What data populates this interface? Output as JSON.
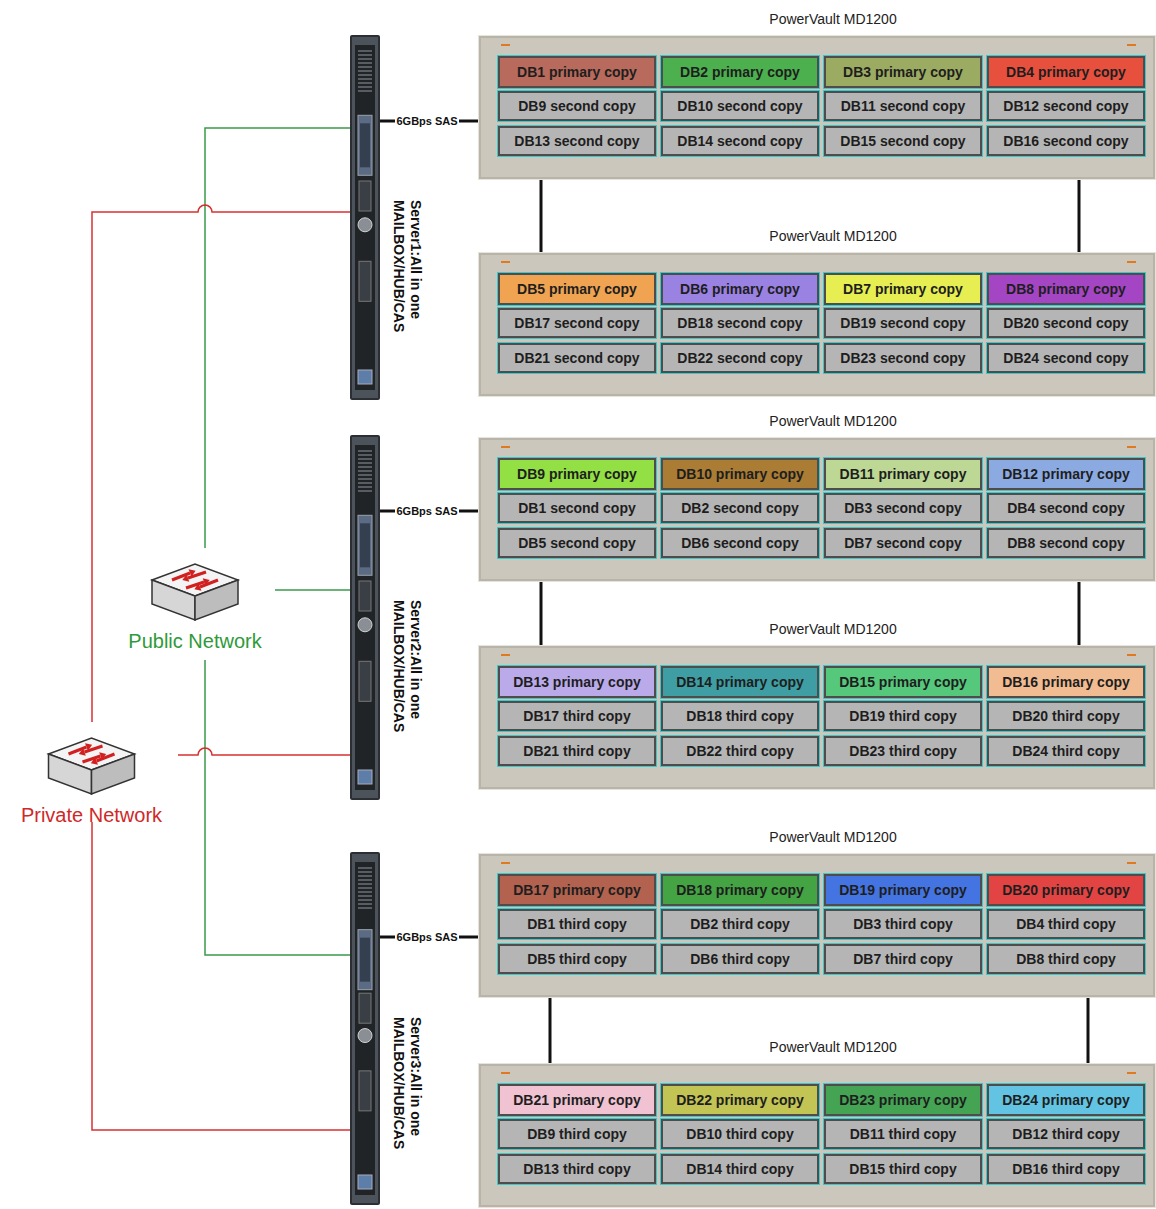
{
  "diagram": {
    "nodes": [
      {
        "text": [
          "Server1:All in one MAILBOX/HUB/CAS"
        ]
      },
      {
        "text": [
          "PowerVault MD1200"
        ]
      },
      {
        "text": [
          "DB1 primary copy"
        ],
        "in": 1
      },
      {
        "text": [
          "DB2 primary copy"
        ],
        "in": 1
      },
      {
        "text": [
          "DB3 primary copy"
        ],
        "in": 1
      },
      {
        "text": [
          "DB4 primary copy"
        ],
        "in": 1
      },
      {
        "text": [
          "DB9 second copy"
        ],
        "in": 1
      },
      {
        "text": [
          "DB10 second copy"
        ],
        "in": 1
      },
      {
        "text": [
          "DB11 second copy"
        ],
        "in": 1
      },
      {
        "text": [
          "DB12 second copy"
        ],
        "in": 1
      },
      {
        "text": [
          "DB13 second copy"
        ],
        "in": 1
      },
      {
        "text": [
          "DB14 second copy"
        ],
        "in": 1
      },
      {
        "text": [
          "DB15 second copy"
        ],
        "in": 1
      },
      {
        "text": [
          "DB16 second copy"
        ],
        "in": 1
      },
      {
        "text": [
          "PowerVault MD1200"
        ]
      },
      {
        "text": [
          "DB5 primary copy"
        ],
        "in": 14
      },
      {
        "text": [
          "DB6 primary copy"
        ],
        "in": 14
      },
      {
        "text": [
          "DB7 primary copy"
        ],
        "in": 14
      },
      {
        "text": [
          "DB8 primary copy"
        ],
        "in": 14
      },
      {
        "text": [
          "DB17 second copy"
        ],
        "in": 14
      },
      {
        "text": [
          "DB18 second copy"
        ],
        "in": 14
      },
      {
        "text": [
          "DB19 second copy"
        ],
        "in": 14
      },
      {
        "text": [
          "DB20 second copy"
        ],
        "in": 14
      },
      {
        "text": [
          "DB21 second copy"
        ],
        "in": 14
      },
      {
        "text": [
          "DB22 second copy"
        ],
        "in": 14
      },
      {
        "text": [
          "DB23 second copy"
        ],
        "in": 14
      },
      {
        "text": [
          "DB24 second copy"
        ],
        "in": 14
      },
      {
        "text": [
          "Public Network"
        ]
      },
      {
        "text": [
          "Server2:All in one MAILBOX/HUB/CAS"
        ]
      },
      {
        "text": [
          "PowerVault MD1200"
        ]
      },
      {
        "text": [
          "DB9 primary copy"
        ],
        "in": 29
      },
      {
        "text": [
          "DB10 primary copy"
        ],
        "in": 29
      },
      {
        "text": [
          "DB11 primary copy"
        ],
        "in": 29
      },
      {
        "text": [
          "DB12 primary copy"
        ],
        "in": 29
      },
      {
        "text": [
          "DB1 second copy"
        ],
        "in": 29
      },
      {
        "text": [
          "DB2 second copy"
        ],
        "in": 29
      },
      {
        "text": [
          "DB3 second copy"
        ],
        "in": 29
      },
      {
        "text": [
          "DB4 second copy"
        ],
        "in": 29
      },
      {
        "text": [
          "DB5 second copy"
        ],
        "in": 29
      },
      {
        "text": [
          "DB6 second copy"
        ],
        "in": 29
      },
      {
        "text": [
          "DB7 second copy"
        ],
        "in": 29
      },
      {
        "text": [
          "DB8 second copy"
        ],
        "in": 29
      },
      {
        "text": [
          "PowerVault MD1200"
        ]
      },
      {
        "text": [
          "DB13 primary copy"
        ],
        "in": 42
      },
      {
        "text": [
          "DB14 primary copy"
        ],
        "in": 42
      },
      {
        "text": [
          "DB15 primary copy"
        ],
        "in": 42
      },
      {
        "text": [
          "DB16 primary copy"
        ],
        "in": 42
      },
      {
        "text": [
          "DB17 third copy"
        ],
        "in": 42
      },
      {
        "text": [
          "DB18 third copy"
        ],
        "in": 42
      },
      {
        "text": [
          "DB19 third copy"
        ],
        "in": 42
      },
      {
        "text": [
          "DB20 third copy"
        ],
        "in": 42
      },
      {
        "text": [
          "DB21 third copy"
        ],
        "in": 42
      },
      {
        "text": [
          "DB22 third copy"
        ],
        "in": 42
      },
      {
        "text": [
          "DB23 third copy"
        ],
        "in": 42
      },
      {
        "text": [
          "DB24 third copy"
        ],
        "in": 42
      },
      {
        "text": [
          "Private Network"
        ]
      },
      {
        "text": [
          "Server3:All in one MAILBOX/HUB/CAS"
        ]
      },
      {
        "text": [
          "PowerVault MD1200"
        ]
      },
      {
        "text": [
          "DB17 primary copy"
        ],
        "in": 57
      },
      {
        "text": [
          "DB18 primary copy"
        ],
        "in": 57
      },
      {
        "text": [
          "DB19 primary copy"
        ],
        "in": 57
      },
      {
        "text": [
          "DB20 primary copy"
        ],
        "in": 57
      },
      {
        "text": [
          "DB1 third copy"
        ],
        "in": 57
      },
      {
        "text": [
          "DB2 third copy"
        ],
        "in": 57
      },
      {
        "text": [
          "DB3 third copy"
        ],
        "in": 57
      },
      {
        "text": [
          "DB4 third copy"
        ],
        "in": 57
      },
      {
        "text": [
          "DB5 third copy"
        ],
        "in": 57
      },
      {
        "text": [
          "DB6 third copy"
        ],
        "in": 57
      },
      {
        "text": [
          "DB7 third copy"
        ],
        "in": 57
      },
      {
        "text": [
          "DB8 third copy"
        ],
        "in": 57
      },
      {
        "text": [
          "PowerVault MD1200"
        ]
      },
      {
        "text": [
          "DB21 primary copy"
        ],
        "in": 70
      },
      {
        "text": [
          "DB22 primary copy"
        ],
        "in": 70
      },
      {
        "text": [
          "DB23 primary copy"
        ],
        "in": 70
      },
      {
        "text": [
          "DB24 primary copy"
        ],
        "in": 70
      },
      {
        "text": [
          "DB9 third copy"
        ],
        "in": 70
      },
      {
        "text": [
          "DB10 third copy"
        ],
        "in": 70
      },
      {
        "text": [
          "DB11 third copy"
        ],
        "in": 70
      },
      {
        "text": [
          "DB12 third copy"
        ],
        "in": 70
      },
      {
        "text": [
          "DB13 third copy"
        ],
        "in": 70
      },
      {
        "text": [
          "DB14 third copy"
        ],
        "in": 70
      },
      {
        "text": [
          "DB15 third copy"
        ],
        "in": 70
      },
      {
        "text": [
          "DB16 third copy"
        ],
        "in": 70
      }
    ],
    "edges": [
      {
        "from": 27,
        "to": 0,
        "arrow": "none"
      },
      {
        "from": 27,
        "to": 28,
        "arrow": "none"
      },
      {
        "from": 27,
        "to": 56,
        "arrow": "none"
      },
      {
        "from": 55,
        "to": 0,
        "arrow": "none"
      },
      {
        "from": 55,
        "to": 28,
        "arrow": "none"
      },
      {
        "from": 55,
        "to": 56,
        "arrow": "none"
      },
      {
        "from": 0,
        "to": 1,
        "label": "6GBps SAS",
        "arrow": "none"
      },
      {
        "from": 28,
        "to": 29,
        "label": "6GBps SAS",
        "arrow": "none"
      },
      {
        "from": 56,
        "to": 57,
        "label": "6GBps SAS",
        "arrow": "none"
      },
      {
        "from": 1,
        "to": 14,
        "arrow": "none"
      },
      {
        "from": 1,
        "to": 14,
        "arrow": "none"
      },
      {
        "from": 29,
        "to": 42,
        "arrow": "none"
      },
      {
        "from": 29,
        "to": 42,
        "arrow": "none"
      },
      {
        "from": 57,
        "to": 70,
        "arrow": "none"
      },
      {
        "from": 57,
        "to": 70,
        "arrow": "none"
      }
    ]
  }
}
